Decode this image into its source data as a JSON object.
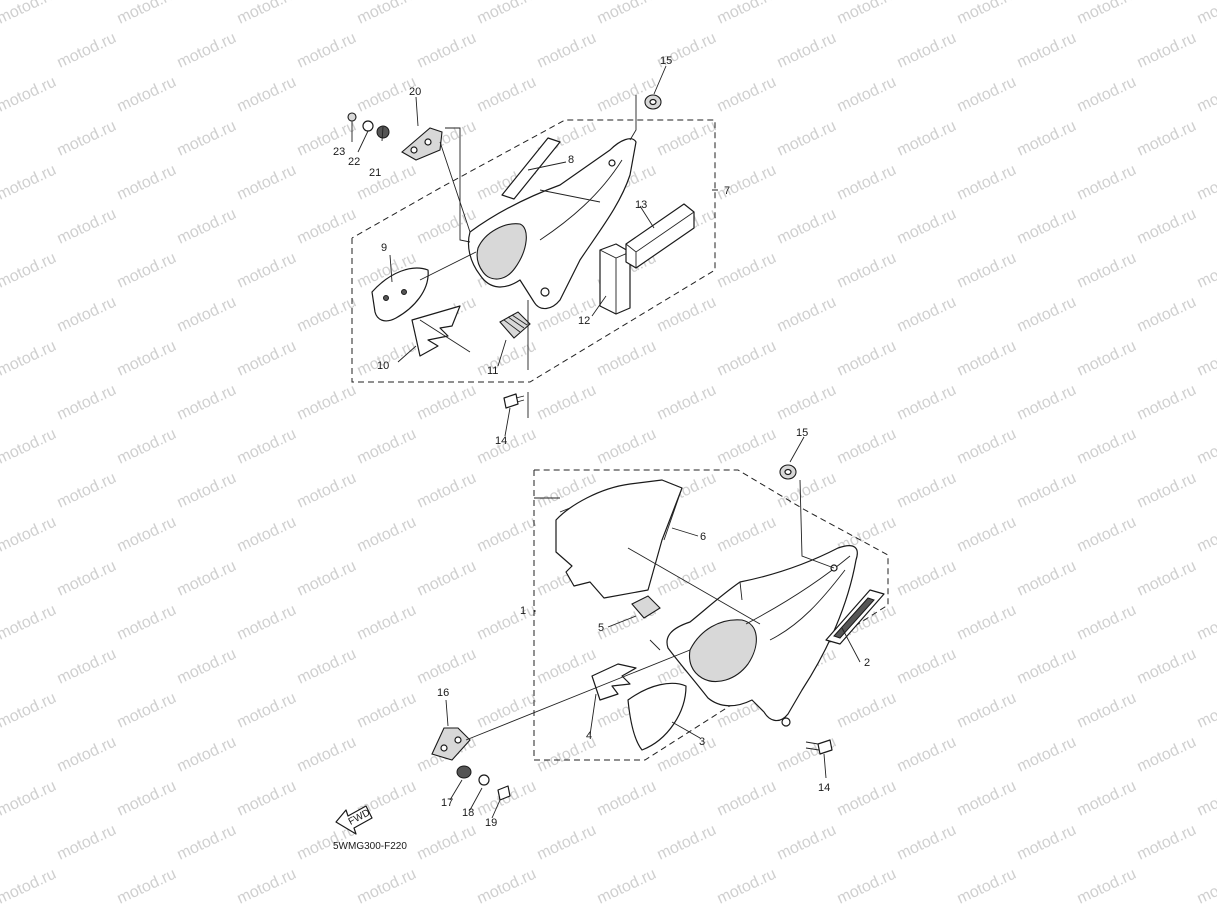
{
  "watermark": "motod.ru",
  "diagram_code": "5WMG300-F220",
  "fwd_arrow_text": "FWD",
  "callouts": {
    "c1": "1",
    "c2": "2",
    "c3": "3",
    "c4": "4",
    "c5": "5",
    "c6": "6",
    "c7": "7",
    "c8": "8",
    "c9": "9",
    "c10": "10",
    "c11": "11",
    "c12": "12",
    "c13": "13",
    "c14a": "14",
    "c14b": "14",
    "c15a": "15",
    "c15b": "15",
    "c16": "16",
    "c17": "17",
    "c18": "18",
    "c19": "19",
    "c20": "20",
    "c21": "21",
    "c22": "22",
    "c23": "23"
  }
}
